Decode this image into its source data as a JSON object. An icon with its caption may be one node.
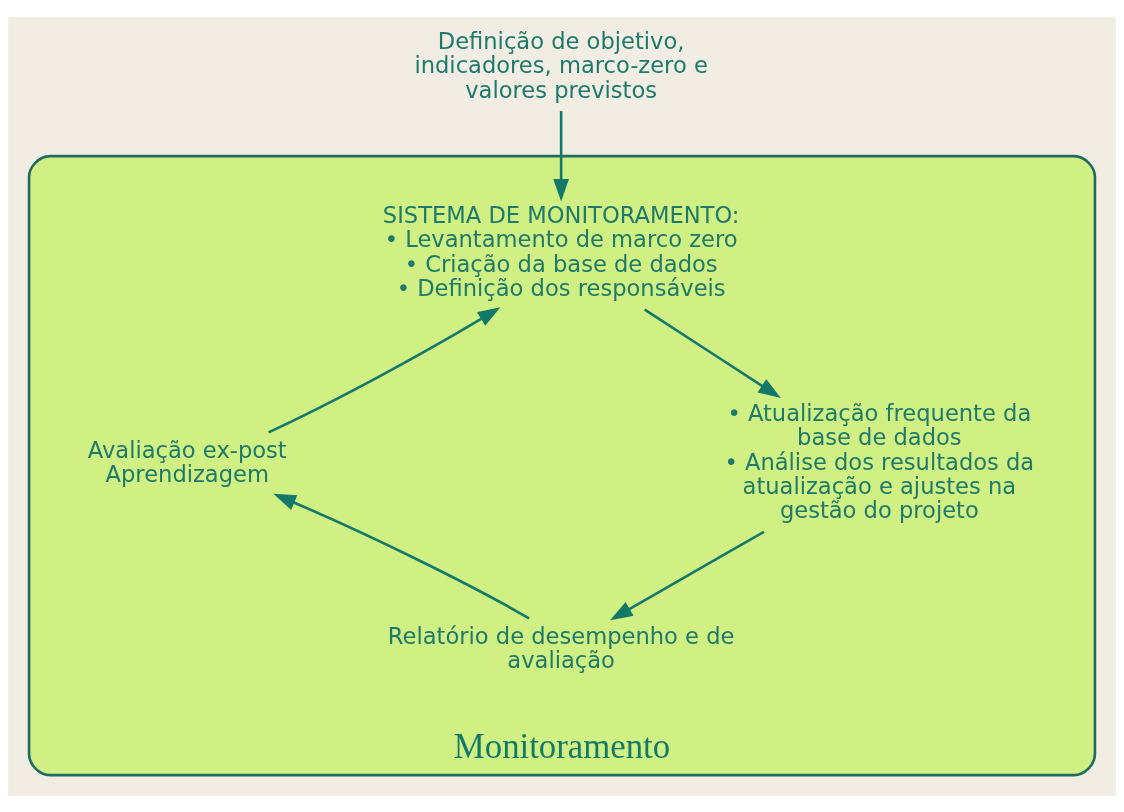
{
  "diagram": {
    "nodes": [
      {
        "text": [
          "Definição de objetivo, indicadores, marco-zero e valores previstos"
        ]
      },
      {
        "text": [
          "Monitoramento"
        ]
      },
      {
        "text": [
          "SISTEMA DE MONITORAMENTO:",
          "• Levantamento de marco zero",
          "• Criação da base de dados",
          "• Definição dos responsáveis"
        ],
        "in": 1
      },
      {
        "text": [
          "• Atualização frequente da base de dados",
          "• Análise dos resultados da atualização e ajustes na gestão do projeto"
        ],
        "in": 1
      },
      {
        "text": [
          "Relatório de desempenho e de avaliação"
        ],
        "in": 1
      },
      {
        "text": [
          "Avaliação ex-post",
          "Aprendizagem"
        ],
        "in": 1
      }
    ],
    "edges": [
      {
        "from": 0,
        "to": 2,
        "arrow": "to"
      },
      {
        "from": 2,
        "to": 3,
        "arrow": "to"
      },
      {
        "from": 3,
        "to": 4,
        "arrow": "to"
      },
      {
        "from": 4,
        "to": 5,
        "arrow": "to"
      },
      {
        "from": 5,
        "to": 2,
        "arrow": "to"
      }
    ]
  }
}
